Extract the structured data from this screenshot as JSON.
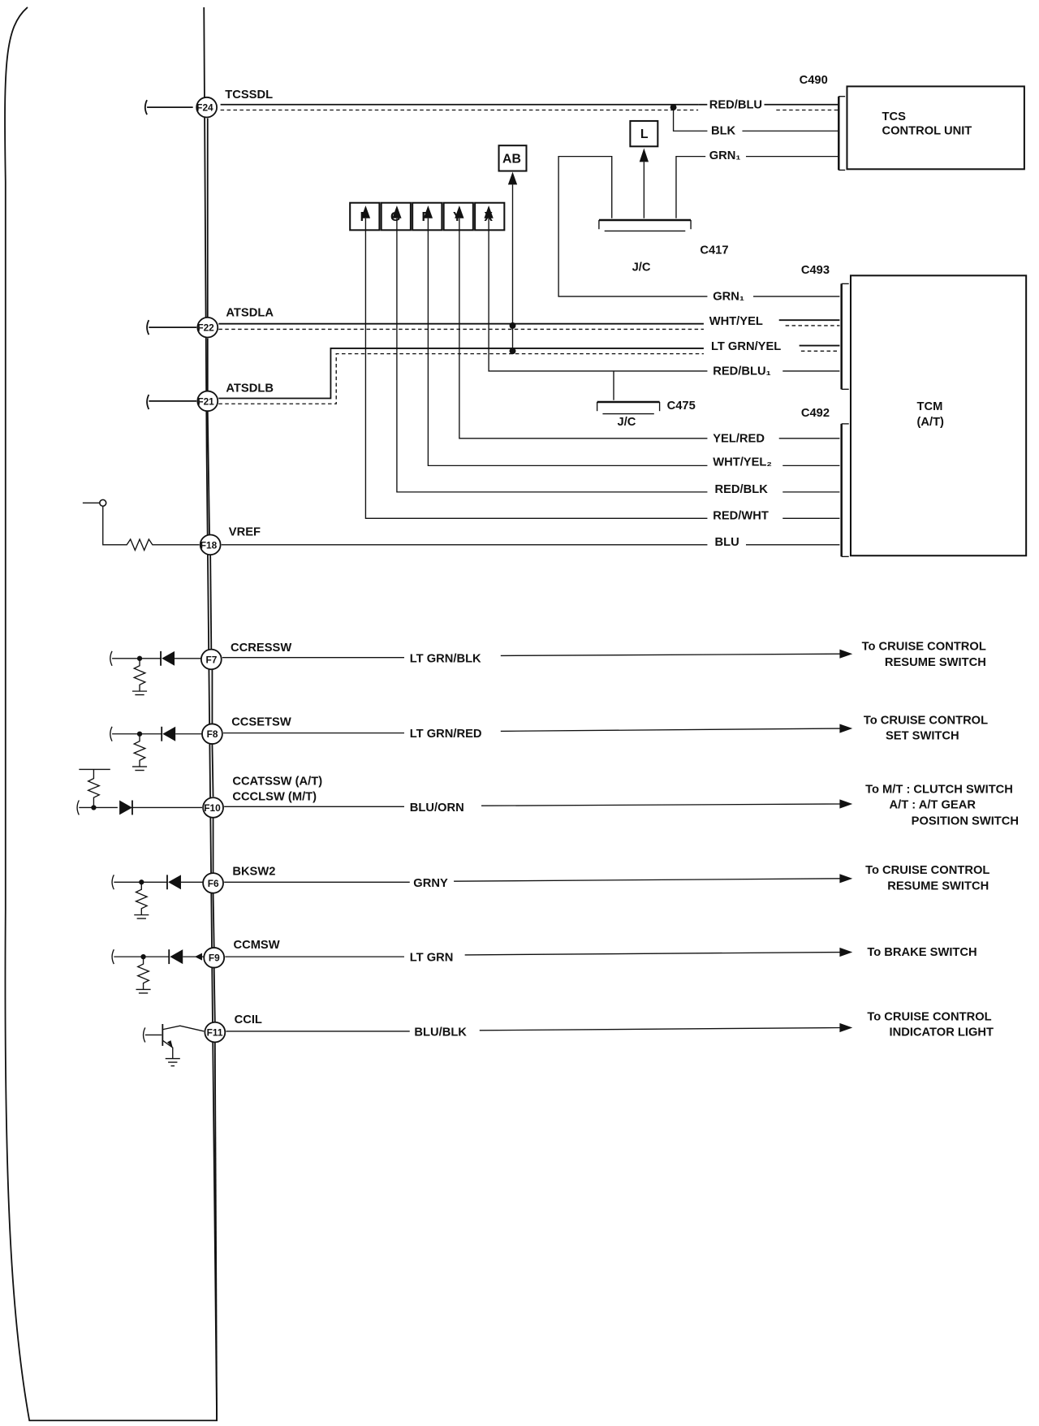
{
  "ecu_pins": [
    {
      "pin": "F24",
      "signal": "TCSSDL"
    },
    {
      "pin": "F22",
      "signal": "ATSDLA"
    },
    {
      "pin": "F21",
      "signal": "ATSDLB"
    },
    {
      "pin": "F18",
      "signal": "VREF"
    },
    {
      "pin": "F7",
      "signal": "CCRESSW"
    },
    {
      "pin": "F8",
      "signal": "CCSETSW"
    },
    {
      "pin": "F10",
      "signal": "CCATSSW (A/T)",
      "signal2": "CCCLSW   (M/T)"
    },
    {
      "pin": "F6",
      "signal": "BKSW2"
    },
    {
      "pin": "F9",
      "signal": "CCMSW"
    },
    {
      "pin": "F11",
      "signal": "CCIL"
    }
  ],
  "connectors": {
    "c490": "C490",
    "c493": "C493",
    "c492": "C492",
    "c417": "C417",
    "c475": "C475",
    "jc_1": "J/C",
    "jc_2": "J/C"
  },
  "components": {
    "tcs_unit_line1": "TCS",
    "tcs_unit_line2": "CONTROL UNIT",
    "tcm_line1": "TCM",
    "tcm_line2": "(A/T)"
  },
  "wires": {
    "tcs_red_blu": "RED/BLU",
    "tcs_blk": "BLK",
    "tcs_grn1": "GRN₁",
    "tcm_grn1": "GRN₁",
    "tcm_wht_yel": "WHT/YEL",
    "tcm_lt_grn_yel": "LT GRN/YEL",
    "tcm_red_blu1": "RED/BLU₁",
    "tcm_yel_red": "YEL/RED",
    "tcm_wht_yel2": "WHT/YEL₂",
    "tcm_red_blk": "RED/BLK",
    "tcm_red_wht": "RED/WHT",
    "tcm_blu": "BLU",
    "f7_wire": "LT GRN/BLK",
    "f8_wire": "LT GRN/RED",
    "f10_wire": "BLU/ORN",
    "f6_wire": "GRNY",
    "f9_wire": "LT GRN",
    "f11_wire": "BLU/BLK"
  },
  "reference_boxes": {
    "f": "F",
    "g": "G",
    "p": "P",
    "y": "Y",
    "x": "X",
    "ab": "AB",
    "l": "L"
  },
  "destinations": {
    "f7_line1": "To CRUISE CONTROL",
    "f7_line2": "RESUME SWITCH",
    "f8_line1": "To CRUISE CONTROL",
    "f8_line2": "SET SWITCH",
    "f10_line1": "To M/T : CLUTCH SWITCH",
    "f10_line2": "A/T : A/T GEAR",
    "f10_line3": "POSITION SWITCH",
    "f6_line1": "To CRUISE CONTROL",
    "f6_line2": "RESUME SWITCH",
    "f9_line1": "To BRAKE SWITCH",
    "f11_line1": "To CRUISE CONTROL",
    "f11_line2": "INDICATOR LIGHT"
  }
}
